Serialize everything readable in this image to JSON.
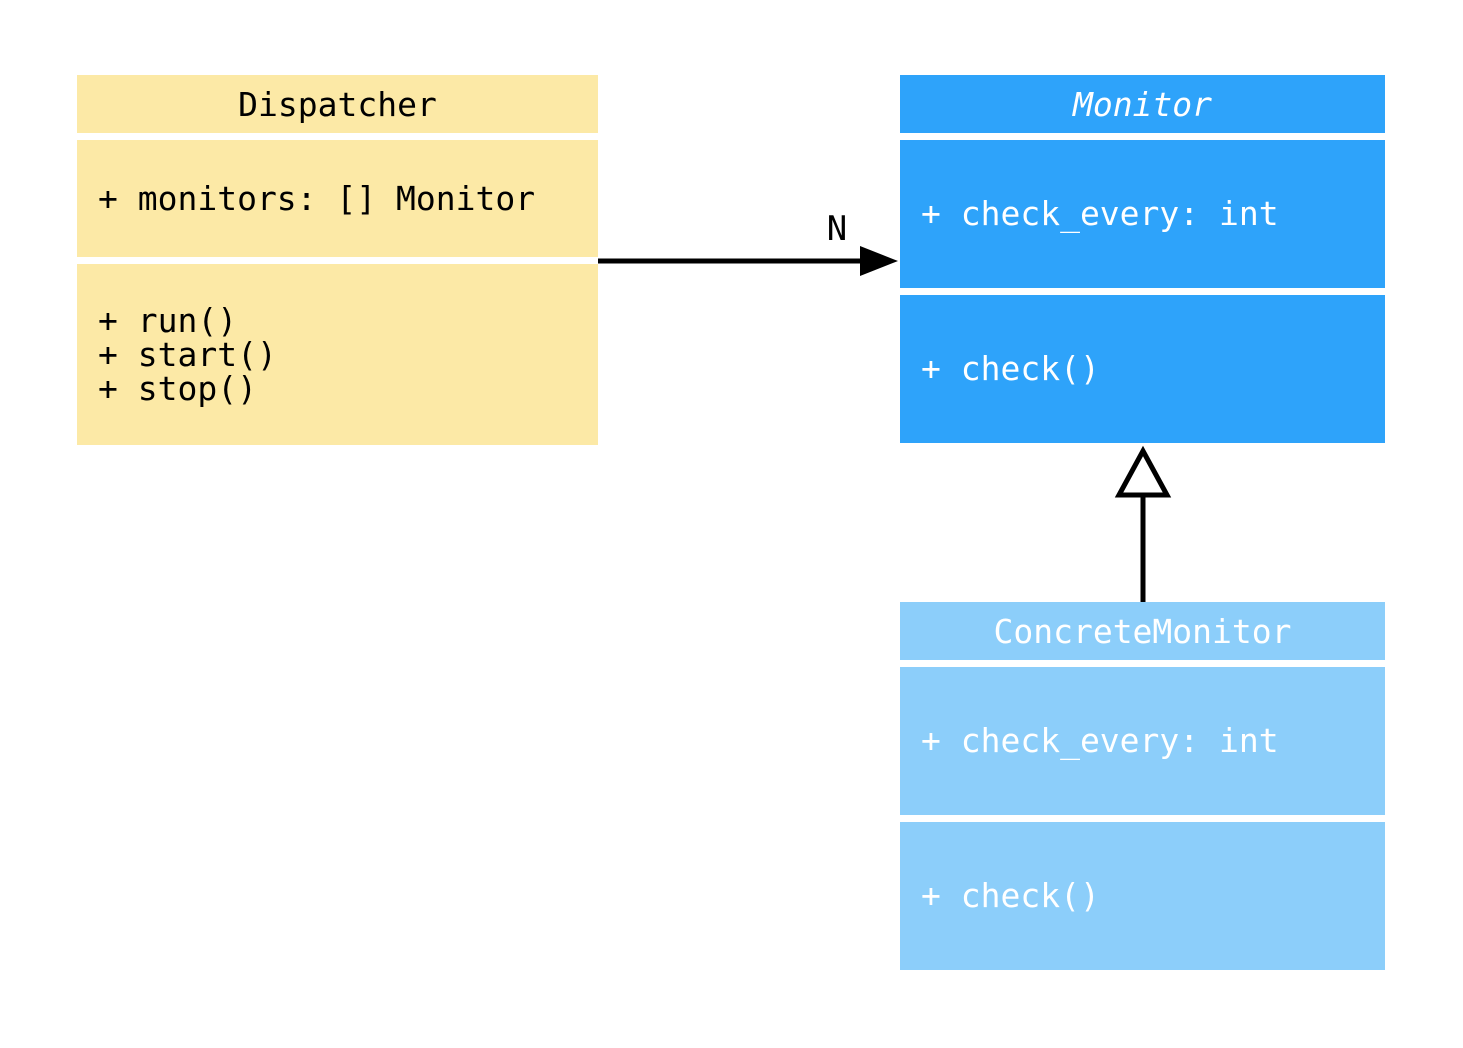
{
  "diagram": {
    "type": "uml-class-diagram",
    "background_color": "#FFFFFF",
    "line_color": "#000000",
    "classes": [
      {
        "id": "dispatcher",
        "name": "Dispatcher",
        "abstract": false,
        "attributes": [
          "+ monitors: [] Monitor"
        ],
        "methods": [
          "+ run()",
          "+ start()",
          "+ stop()"
        ],
        "bg_color": "#FCE9A6",
        "text_color": "#000000"
      },
      {
        "id": "monitor",
        "name": "Monitor",
        "abstract": true,
        "attributes": [
          "+ check_every: int"
        ],
        "methods": [
          "+ check()"
        ],
        "bg_color": "#2EA3FA",
        "text_color": "#FFFFFF"
      },
      {
        "id": "concrete-monitor",
        "name": "ConcreteMonitor",
        "abstract": false,
        "attributes": [
          "+ check_every: int"
        ],
        "methods": [
          "+ check()"
        ],
        "bg_color": "#8CCEFA",
        "text_color": "#FFFFFF"
      }
    ],
    "relationships": [
      {
        "type": "association",
        "from": "dispatcher",
        "to": "monitor",
        "label": "N",
        "arrow": "filled"
      },
      {
        "type": "inheritance",
        "from": "concrete-monitor",
        "to": "monitor",
        "label": "",
        "arrow": "hollow-triangle"
      }
    ]
  }
}
